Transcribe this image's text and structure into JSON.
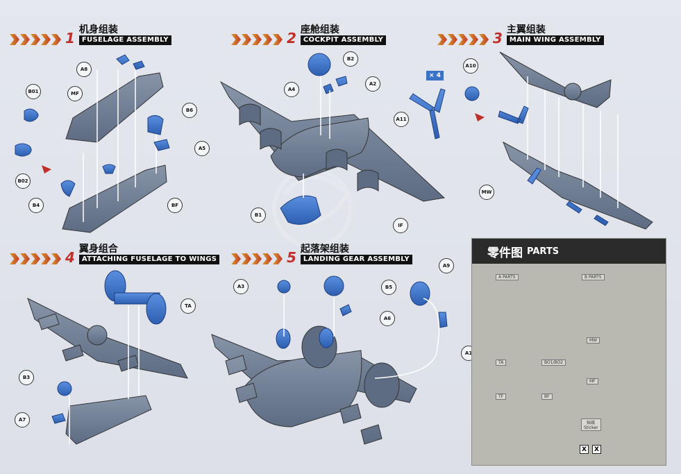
{
  "steps": [
    {
      "number": "1",
      "zh": "机身组装",
      "en": "FUSELAGE ASSEMBLY"
    },
    {
      "number": "2",
      "zh": "座舱组装",
      "en": "COCKPIT ASSEMBLY"
    },
    {
      "number": "3",
      "zh": "主翼组装",
      "en": "MAIN WING ASSEMBLY"
    },
    {
      "number": "4",
      "zh": "翼身组合",
      "en": "ATTACHING FUSELAGE TO WINGS"
    },
    {
      "number": "5",
      "zh": "起落架组装",
      "en": "LANDING GEAR ASSEMBLY"
    }
  ],
  "callouts": {
    "step1": [
      "A8",
      "B01",
      "MF",
      "B6",
      "A5",
      "B02",
      "B4",
      "BF"
    ],
    "step2": [
      "B2",
      "A4",
      "A2",
      "B1",
      "IF"
    ],
    "step3": [
      "A10",
      "A11",
      "MW"
    ],
    "step4": [
      "TA",
      "B3",
      "A7"
    ],
    "step5": [
      "A3",
      "B5",
      "A6",
      "A9",
      "A1"
    ]
  },
  "multiplier": "× 4",
  "parts": {
    "title_zh": "零件图",
    "title_en": "PARTS",
    "tags": {
      "a_parts": "A PARTS",
      "b_parts": "B PARTS",
      "mw": "MW",
      "ta": "TA",
      "b01_b02": "BO1/BO2",
      "mf": "MF",
      "tf": "TF",
      "bf": "BF",
      "sticker_zh": "贴纸",
      "sticker_en": "Sticker"
    },
    "sticker_marks": [
      "X",
      "X"
    ]
  },
  "colors": {
    "part_grey": "#6f7f96",
    "part_blue": "#3a72c8",
    "accent_red": "#c0302a",
    "header_bg": "#111111"
  }
}
